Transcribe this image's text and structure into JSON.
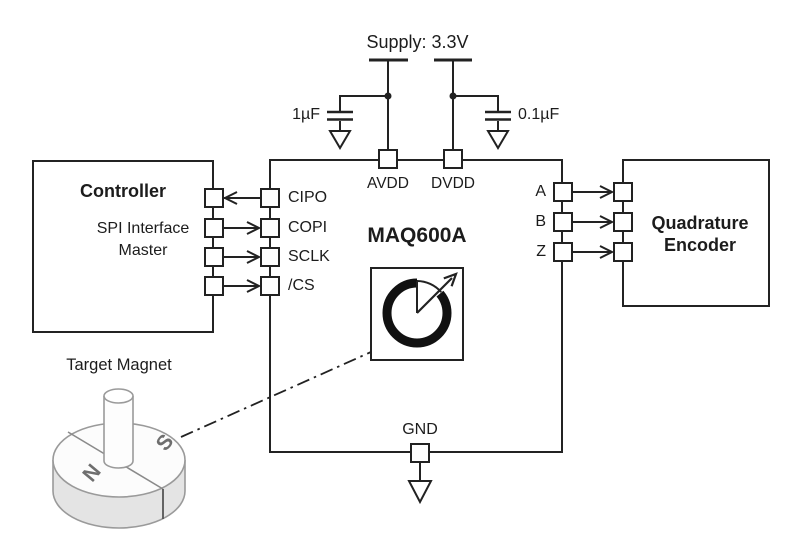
{
  "power": {
    "supply_label": "Supply: 3.3V",
    "cap_left_value": "1µF",
    "cap_right_value": "0.1µF",
    "pin_avdd": "AVDD",
    "pin_dvdd": "DVDD",
    "pin_gnd": "GND"
  },
  "controller": {
    "title": "Controller",
    "subtitle_line1": "SPI Interface",
    "subtitle_line2": "Master"
  },
  "chip": {
    "name": "MAQ600A",
    "spi_pins": [
      "CIPO",
      "COPI",
      "SCLK",
      "/CS"
    ],
    "abz_pins": [
      "A",
      "B",
      "Z"
    ]
  },
  "encoder": {
    "title_line1": "Quadrature",
    "title_line2": "Encoder"
  },
  "magnet": {
    "label": "Target Magnet",
    "pole_left": "N",
    "pole_right": "S"
  },
  "icons": {
    "sensor_icon": "rotation-angle-icon",
    "ground_icon": "ground-symbol",
    "capacitor_icon": "capacitor-symbol",
    "supply_icon": "supply-rail-bar"
  },
  "colors": {
    "line": "#222222",
    "magnet_outline": "#9a9a9a",
    "magnet_side_fill": "#e4e4e4",
    "background": "#ffffff"
  }
}
